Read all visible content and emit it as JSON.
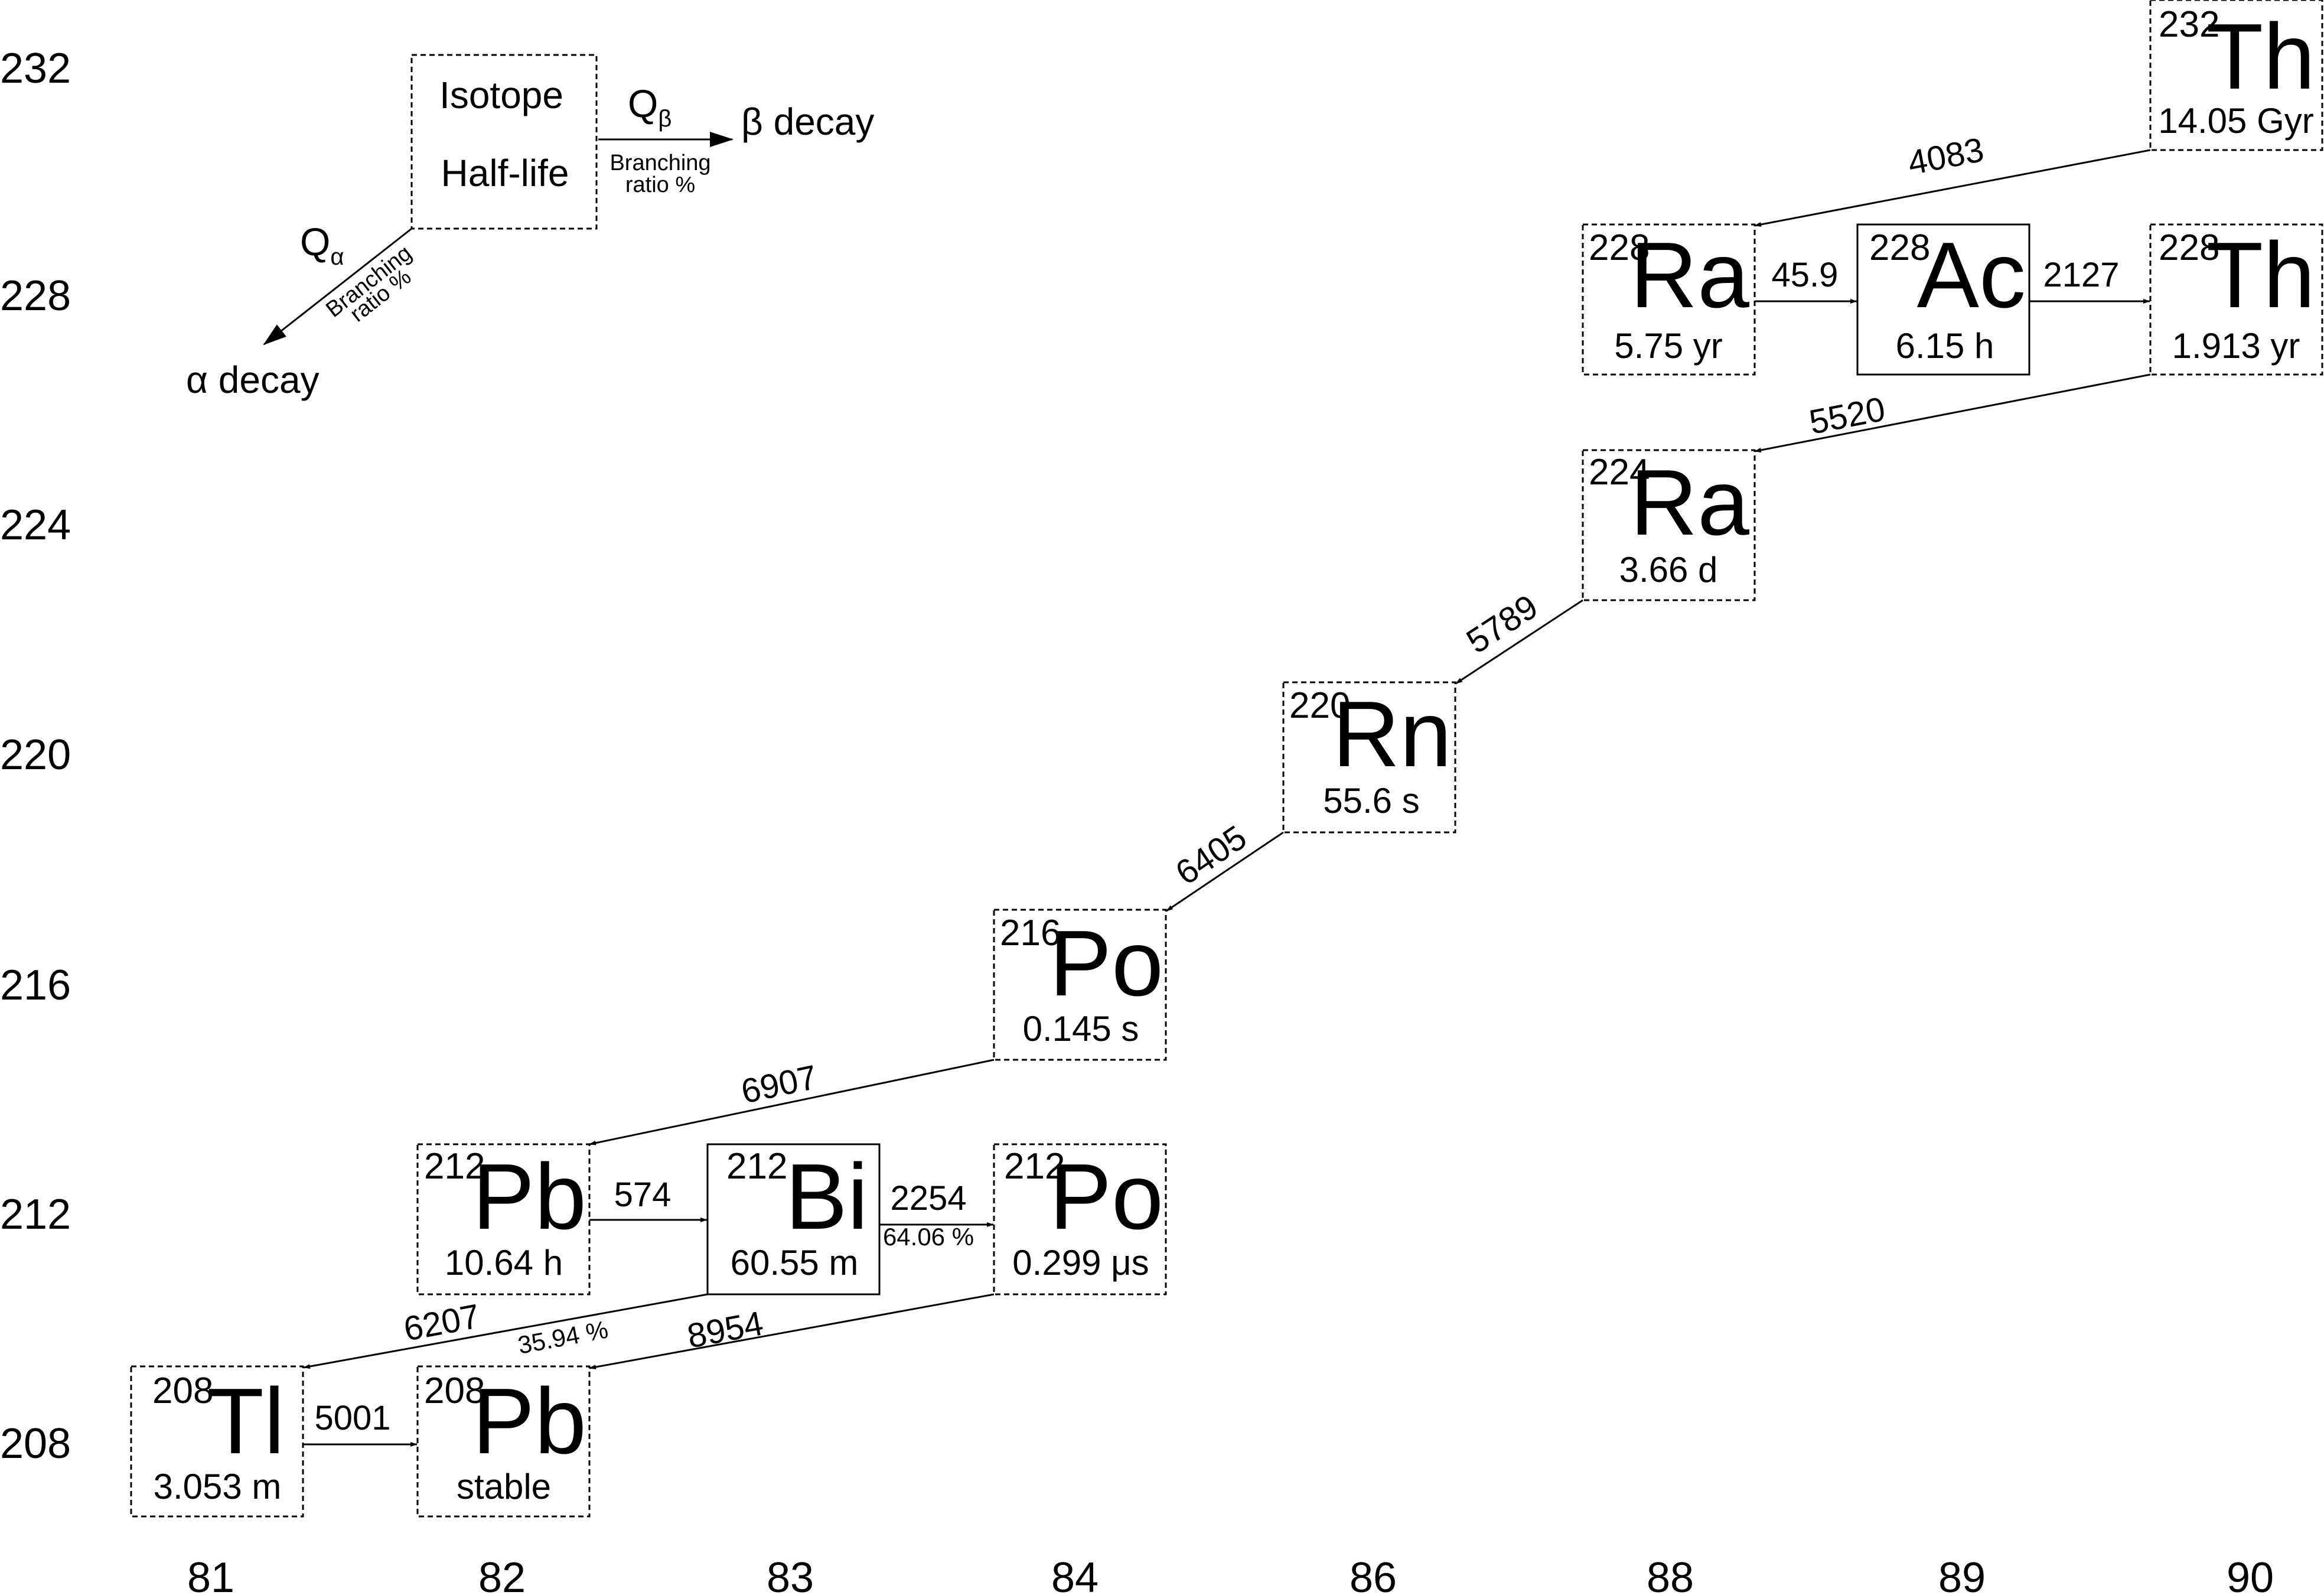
{
  "y_axis": [
    "232",
    "228",
    "224",
    "220",
    "216",
    "212",
    "208"
  ],
  "x_axis": [
    "81",
    "82",
    "83",
    "84",
    "86",
    "88",
    "89",
    "90"
  ],
  "legend": {
    "box_line1": "Isotope",
    "box_line2": "Half-life",
    "q_beta": "Q",
    "q_beta_sub": "β",
    "beta_label": "β decay",
    "beta_branch_line1": "Branching",
    "beta_branch_line2": "ratio %",
    "q_alpha": "Q",
    "q_alpha_sub": "α",
    "alpha_label": "α decay",
    "alpha_branch_line1": "Branching",
    "alpha_branch_line2": "ratio %"
  },
  "isotopes": {
    "th232": {
      "mass": "232",
      "symbol": "Th",
      "half_life": "14.05 Gyr",
      "border": "dashed"
    },
    "ra228": {
      "mass": "228",
      "symbol": "Ra",
      "half_life": "5.75 yr",
      "border": "dashed"
    },
    "ac228": {
      "mass": "228",
      "symbol": "Ac",
      "half_life": "6.15 h",
      "border": "solid"
    },
    "th228": {
      "mass": "228",
      "symbol": "Th",
      "half_life": "1.913 yr",
      "border": "dashed"
    },
    "ra224": {
      "mass": "224",
      "symbol": "Ra",
      "half_life": "3.66 d",
      "border": "dashed"
    },
    "rn220": {
      "mass": "220",
      "symbol": "Rn",
      "half_life": "55.6 s",
      "border": "dashed"
    },
    "po216": {
      "mass": "216",
      "symbol": "Po",
      "half_life": "0.145 s",
      "border": "dashed"
    },
    "pb212": {
      "mass": "212",
      "symbol": "Pb",
      "half_life": "10.64 h",
      "border": "dashed"
    },
    "bi212": {
      "mass": "212",
      "symbol": "Bi",
      "half_life": "60.55 m",
      "border": "solid"
    },
    "po212": {
      "mass": "212",
      "symbol": "Po",
      "half_life": "0.299 μs",
      "border": "dashed"
    },
    "tl208": {
      "mass": "208",
      "symbol": "Tl",
      "half_life": "3.053 m",
      "border": "dashed"
    },
    "pb208": {
      "mass": "208",
      "symbol": "Pb",
      "half_life": "stable",
      "border": "dashed"
    }
  },
  "decays": {
    "th232_ra228": {
      "type": "alpha",
      "q": "4083"
    },
    "ra228_ac228": {
      "type": "beta",
      "q": "45.9"
    },
    "ac228_th228": {
      "type": "beta",
      "q": "2127"
    },
    "th228_ra224": {
      "type": "alpha",
      "q": "5520"
    },
    "ra224_rn220": {
      "type": "alpha",
      "q": "5789"
    },
    "rn220_po216": {
      "type": "alpha",
      "q": "6405"
    },
    "po216_pb212": {
      "type": "alpha",
      "q": "6907"
    },
    "pb212_bi212": {
      "type": "beta",
      "q": "574"
    },
    "bi212_po212": {
      "type": "beta",
      "q": "2254",
      "branching": "64.06 %"
    },
    "bi212_tl208": {
      "type": "alpha",
      "q": "6207",
      "branching": "35.94 %"
    },
    "po212_pb208": {
      "type": "alpha",
      "q": "8954"
    },
    "tl208_pb208": {
      "type": "beta",
      "q": "5001"
    }
  }
}
